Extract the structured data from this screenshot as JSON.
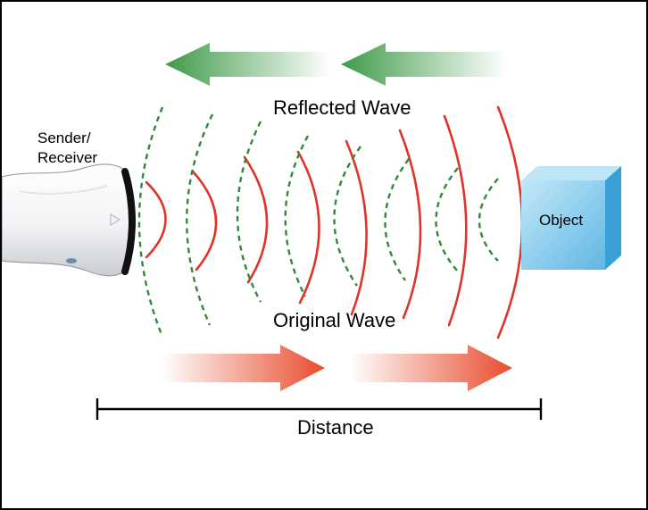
{
  "labels": {
    "sender_line1": "Sender/",
    "sender_line2": "Receiver",
    "reflected_wave": "Reflected Wave",
    "original_wave": "Original Wave",
    "object": "Object",
    "distance": "Distance"
  },
  "colors": {
    "original_wave": "#e0342a",
    "reflected_wave": "#2f8a3a",
    "object_face": "#7cc7ea",
    "object_top": "#b6e3f6",
    "object_side": "#3ea0d4",
    "distance_bar": "#000000"
  },
  "icons": {
    "device": "ultrasound-transducer-icon",
    "object": "cube-icon",
    "reflected_arrow": "arrow-left-icon",
    "original_arrow": "arrow-right-icon"
  }
}
